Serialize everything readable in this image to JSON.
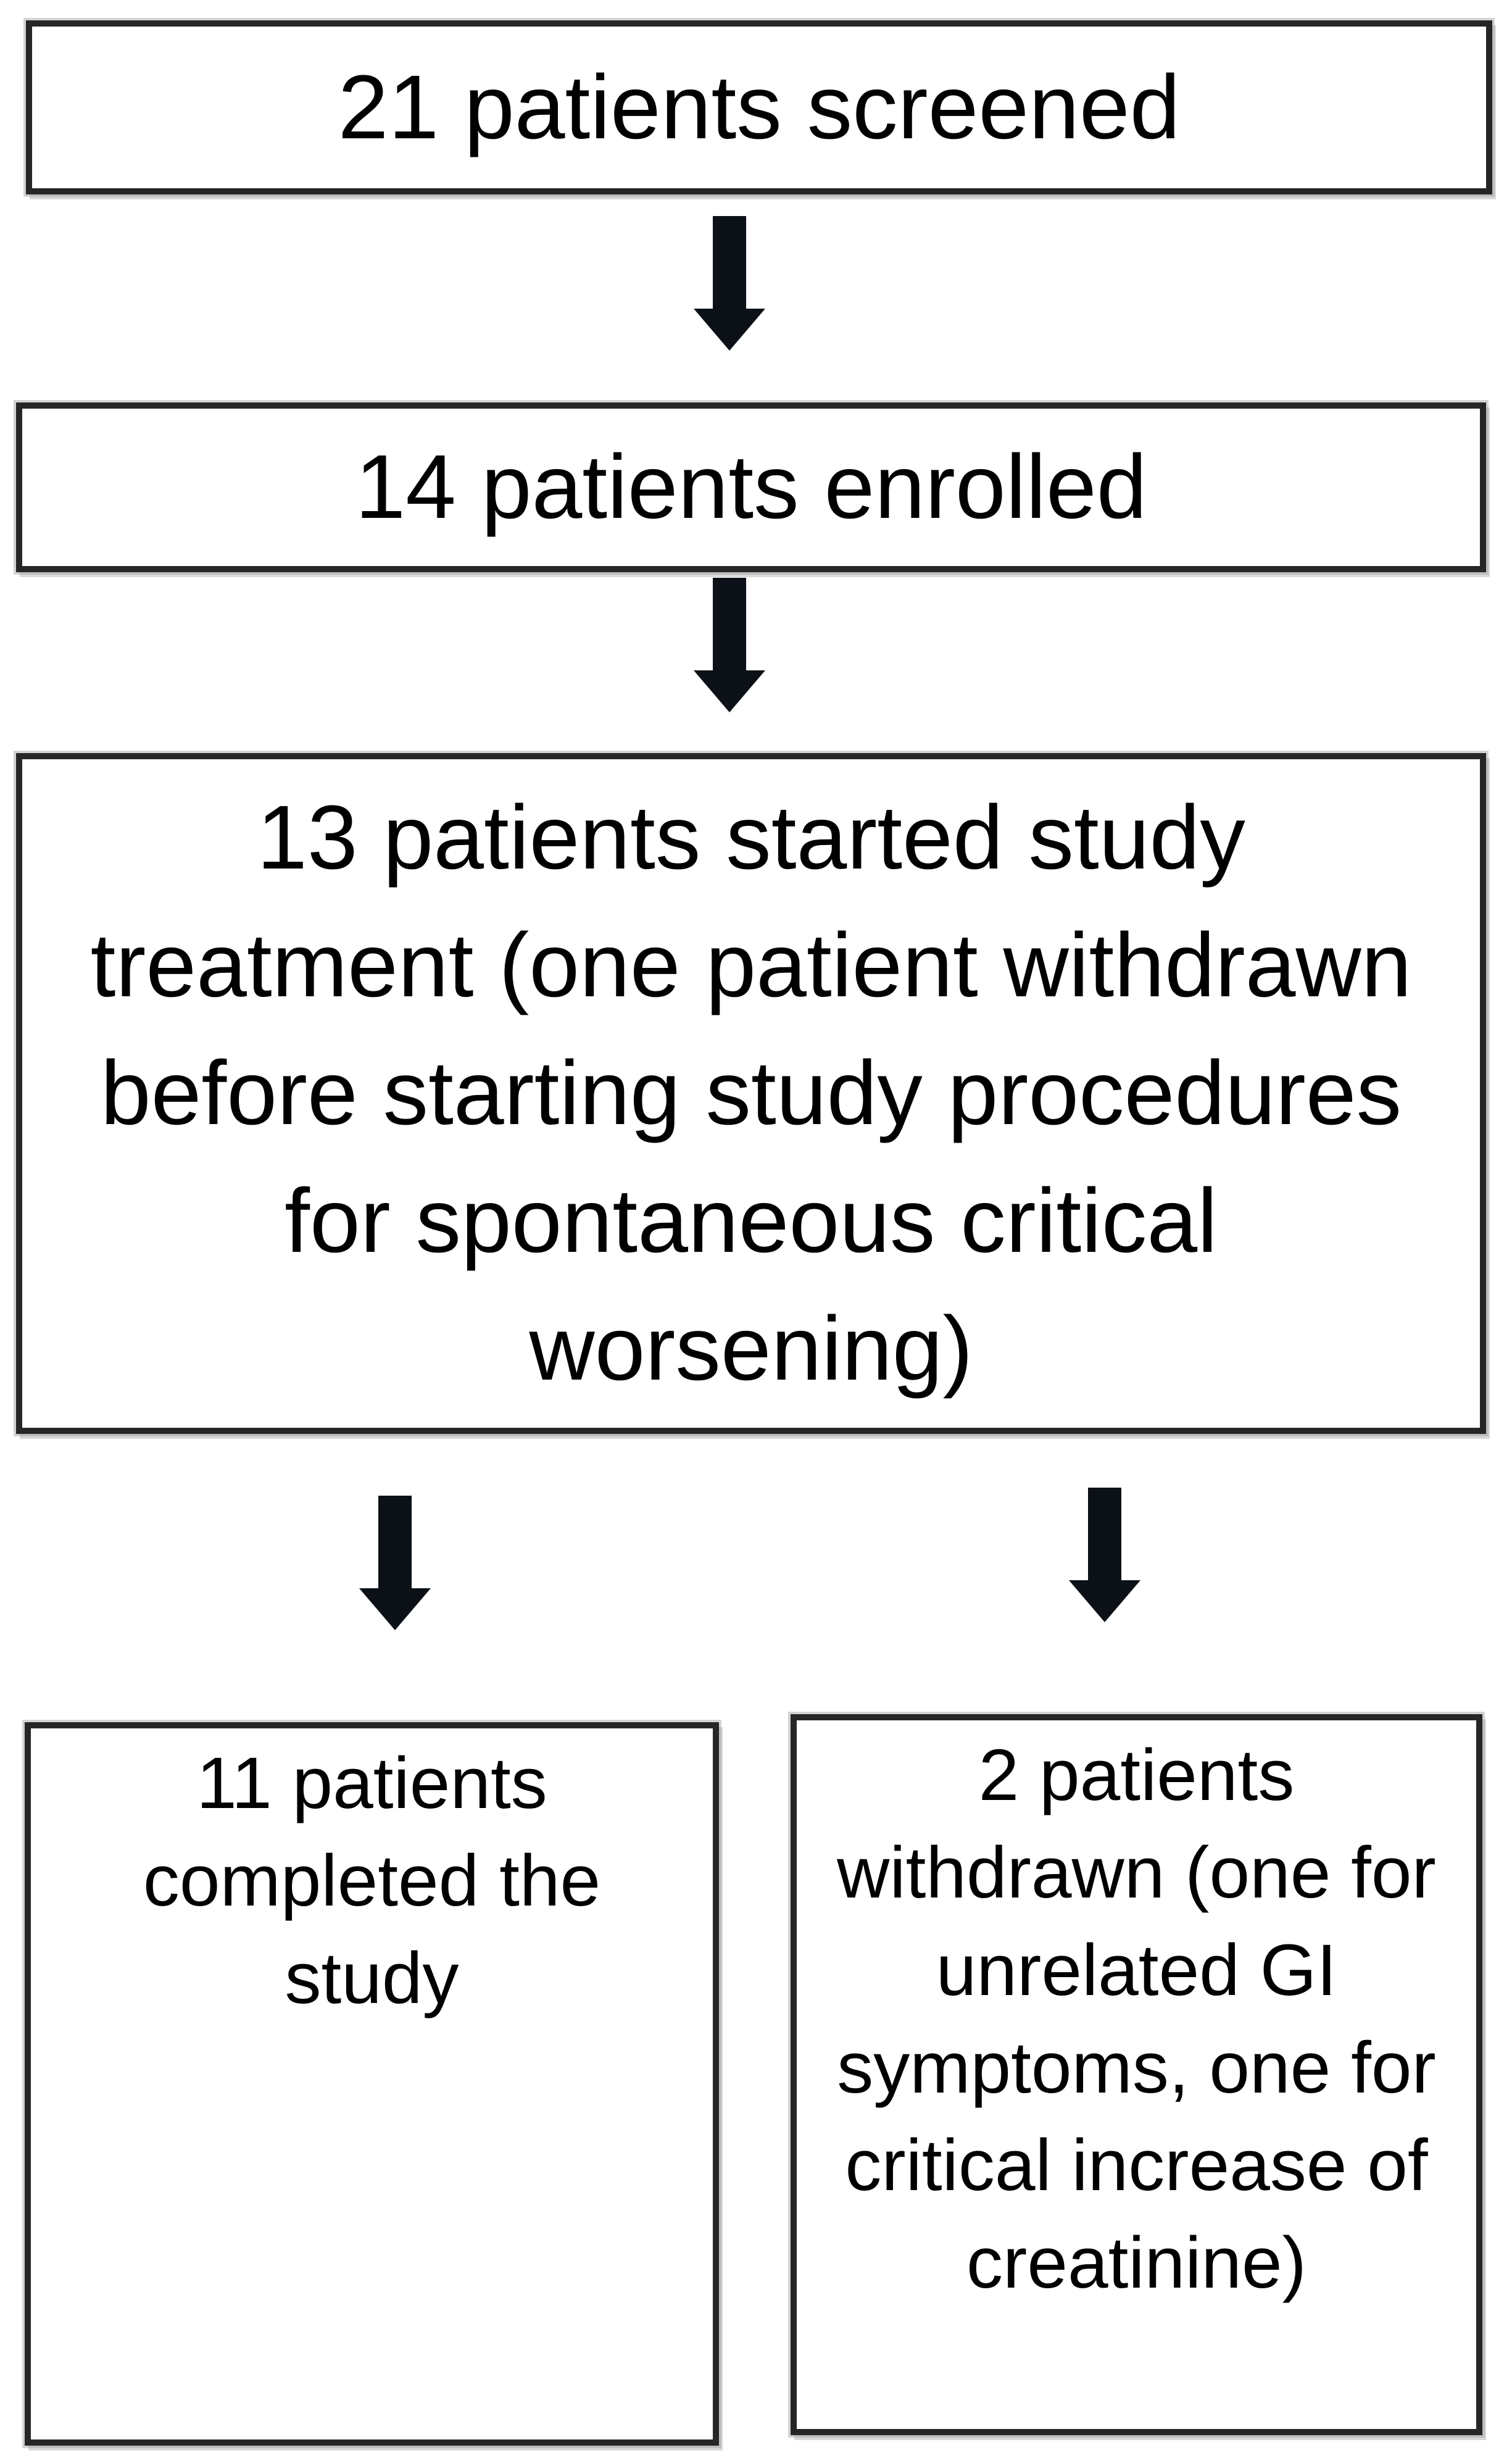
{
  "diagram": {
    "type": "flowchart",
    "nodes": {
      "screened": {
        "text": "21 patients screened"
      },
      "enrolled": {
        "text": "14 patients enrolled"
      },
      "started_treatment": {
        "text": "13 patients started study\ntreatment (one patient withdrawn\nbefore starting study procedures\nfor spontaneous critical\nworsening)"
      },
      "completed": {
        "text": "11 patients\ncompleted the\nstudy"
      },
      "withdrawn": {
        "text": "2 patients\nwithdrawn (one for\nunrelated GI\nsymptoms, one for\ncritical increase of\ncreatinine)"
      }
    },
    "edges": [
      {
        "from": "screened",
        "to": "enrolled"
      },
      {
        "from": "enrolled",
        "to": "started_treatment"
      },
      {
        "from": "started_treatment",
        "to": "completed"
      },
      {
        "from": "started_treatment",
        "to": "withdrawn"
      }
    ],
    "colors": {
      "background": "#ffffff",
      "box_fill": "#ffffff",
      "border": "#262626",
      "shadow": "#969696",
      "arrow": "#0b1116",
      "text": "#000000"
    }
  }
}
